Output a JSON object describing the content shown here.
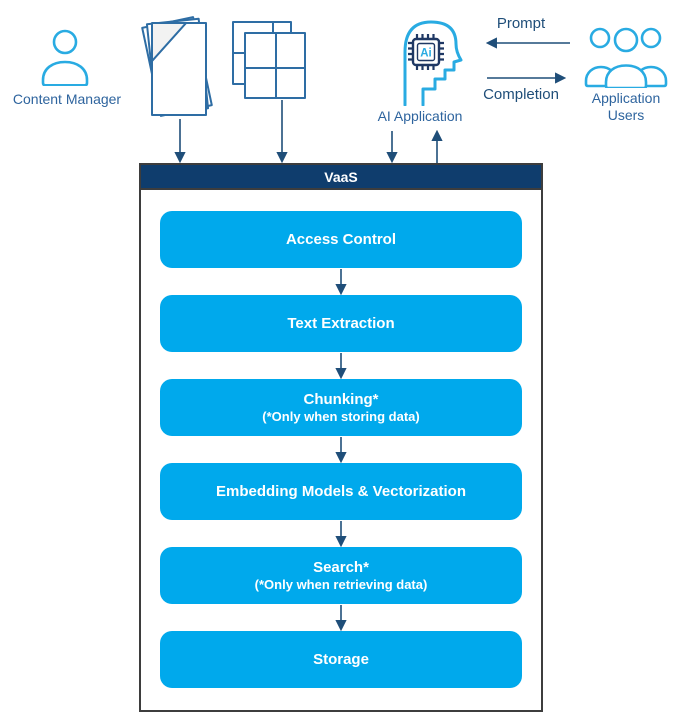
{
  "diagram": {
    "actors": {
      "content_manager": {
        "label": "Content Manager"
      },
      "ai_application": {
        "label": "AI Application",
        "chip_text": "Ai"
      },
      "application_users": {
        "label": "Application Users"
      }
    },
    "flows": {
      "prompt": "Prompt",
      "completion": "Completion"
    },
    "vaas": {
      "header": "VaaS",
      "steps": [
        {
          "title": "Access Control",
          "note": ""
        },
        {
          "title": "Text Extraction",
          "note": ""
        },
        {
          "title": "Chunking*",
          "note": "(*Only when storing data)"
        },
        {
          "title": "Embedding Models & Vectorization",
          "note": ""
        },
        {
          "title": "Search*",
          "note": "(*Only when retrieving data)"
        },
        {
          "title": "Storage",
          "note": ""
        }
      ]
    },
    "colors": {
      "process_box": "#00A9EC",
      "vaas_header": "#0F3D6D",
      "arrow": "#1F4E79",
      "icon_navy": "#2E6DA4",
      "icon_cyan": "#29ABE2",
      "actor_label_text": "#2E649E",
      "flow_label_text": "#1F4E79",
      "container_border": "#3D3D3D"
    }
  }
}
